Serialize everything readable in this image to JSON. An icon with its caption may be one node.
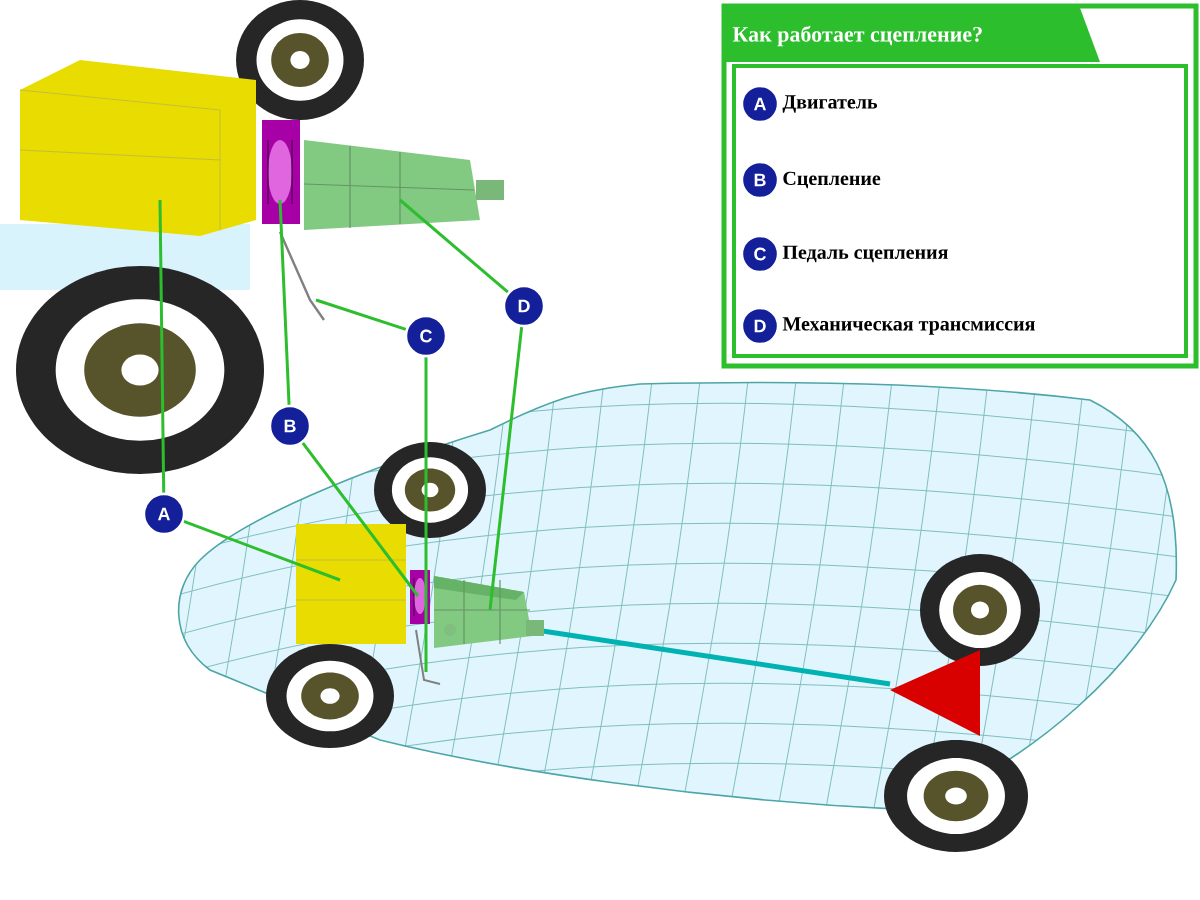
{
  "diagram": {
    "nodes": [
      {
        "text": [
          "Как работает сцепление?"
        ]
      },
      {
        "text": [
          "A"
        ],
        "in": 0,
        "beside": [
          "Двигатель"
        ]
      },
      {
        "text": [
          "B"
        ],
        "in": 0,
        "beside": [
          "Сцепление"
        ]
      },
      {
        "text": [
          "C"
        ],
        "in": 0,
        "beside": [
          "Педаль сцепления"
        ]
      },
      {
        "text": [
          "D"
        ],
        "in": 0,
        "beside": [
          "Механическая трансмиссия"
        ]
      },
      {
        "text": [
          "A"
        ]
      },
      {
        "text": [
          "B"
        ]
      },
      {
        "text": [
          "C"
        ]
      },
      {
        "text": [
          "D"
        ]
      },
      {
        "text": [],
        "shape": "picture"
      },
      {
        "text": [],
        "shape": "picture"
      },
      {
        "text": [],
        "shape": "picture"
      },
      {
        "text": [],
        "shape": "picture"
      },
      {
        "text": [],
        "shape": "picture"
      },
      {
        "text": [],
        "shape": "picture"
      },
      {
        "text": [],
        "shape": "picture"
      },
      {
        "text": [],
        "shape": "picture"
      }
    ],
    "edges": [
      {
        "from": 5,
        "to": 9,
        "arrow": "none"
      },
      {
        "from": 5,
        "to": 13,
        "arrow": "none"
      },
      {
        "from": 6,
        "to": 10,
        "arrow": "none"
      },
      {
        "from": 6,
        "to": 14,
        "arrow": "none"
      },
      {
        "from": 7,
        "to": 11,
        "arrow": "none"
      },
      {
        "from": 7,
        "to": 15,
        "arrow": "none"
      },
      {
        "from": 8,
        "to": 12,
        "arrow": "none"
      },
      {
        "from": 8,
        "to": 16,
        "arrow": "none"
      }
    ]
  }
}
